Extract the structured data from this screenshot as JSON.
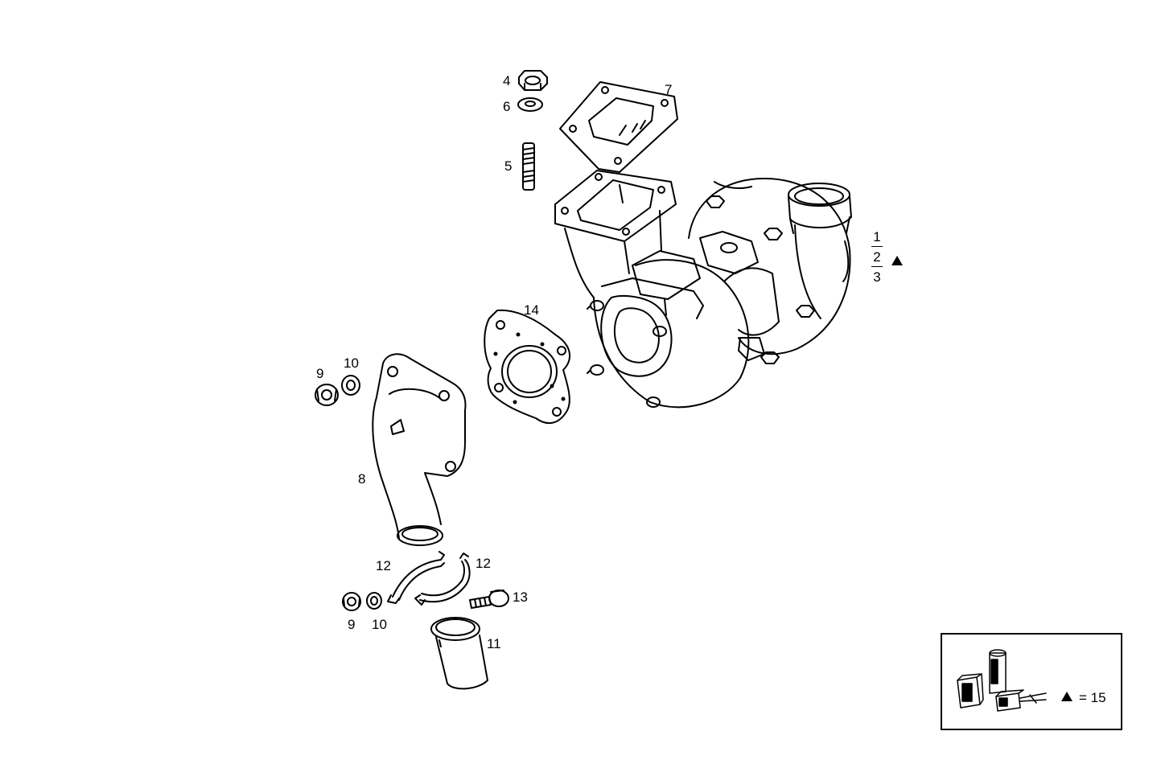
{
  "parts": {
    "p1": "1",
    "p2": "2",
    "p3": "3",
    "p4": "4",
    "p5": "5",
    "p6": "6",
    "p7": "7",
    "p8": "8",
    "p9_top": "9",
    "p10_top": "10",
    "p9_bottom": "9",
    "p10_bottom": "10",
    "p11": "11",
    "p12_left": "12",
    "p12_right": "12",
    "p13": "13",
    "p14": "14"
  },
  "kit_legend": {
    "equals_text": "= 15",
    "marker_icon": "triangle-marker-icon"
  }
}
